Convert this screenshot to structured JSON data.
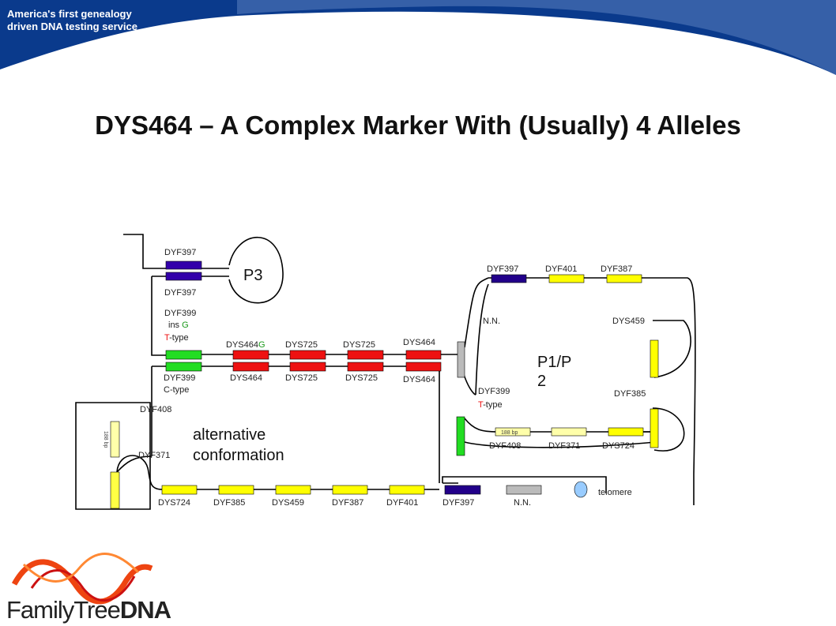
{
  "header": {
    "tagline": "America's first genealogy driven DNA testing service"
  },
  "slide": {
    "title": "DYS464 – A Complex Marker With (Usually) 4 Alleles"
  },
  "diagram": {
    "loops": {
      "p3": "P3",
      "p1p2_line1": "P1/P",
      "p1p2_line2": "2",
      "alt_line1": "alternative",
      "alt_line2": "conformation"
    },
    "labels": {
      "dyf397_top": "DYF397",
      "dyf397_below": "DYF397",
      "dyf399_ins": "DYF399",
      "ins_g_ins": "ins ",
      "ins_g_g": "G",
      "t_type_t": "T",
      "t_type_rest": "-type",
      "dys464g_base": "DYS464",
      "dys464g_g": "G",
      "dys725_a": "DYS725",
      "dys725_b": "DYS725",
      "dys464_top_right": "DYS464",
      "dyf399_c": "DYF399",
      "c_type": "C-type",
      "dys464_bottom": "DYS464",
      "dys725_c": "DYS725",
      "dys725_d": "DYS725",
      "dys464_bottom_right": "DYS464",
      "dyf408_left": "DYF408",
      "dyf371_left": "DYF371",
      "bp188_left": "188 bp",
      "dys724_bottom": "DYS724",
      "dyf385_bottom": "DYF385",
      "dys459_bottom": "DYS459",
      "dyf387_bottom": "DYF387",
      "dyf401_bottom": "DYF401",
      "dyf397_bottom": "DYF397",
      "nn_bottom": "N.N.",
      "telomere": "telomere",
      "dyf397_right": "DYF397",
      "dyf401_right": "DYF401",
      "dyf387_right": "DYF387",
      "nn_right": "N.N.",
      "dys459_right": "DYS459",
      "dyf399_right": "DYF399",
      "t_type_right_t": "T",
      "t_type_right_rest": "-type",
      "dyf385_right": "DYF385",
      "bp188_right": "188 bp",
      "dyf408_right": "DYF408",
      "dyf371_right": "DYF371",
      "dys724_right": "DYS724"
    }
  },
  "logo": {
    "part1": "FamilyTree",
    "part2": "DNA"
  },
  "colors": {
    "header_blue": "#0a3a8c",
    "red": "#ee1111",
    "yellow": "#ffff00",
    "green": "#22dd22",
    "purple": "#3300aa",
    "gray": "#bbbbbb",
    "light_blue": "#99ccff",
    "logo_orange": "#ee4411"
  }
}
